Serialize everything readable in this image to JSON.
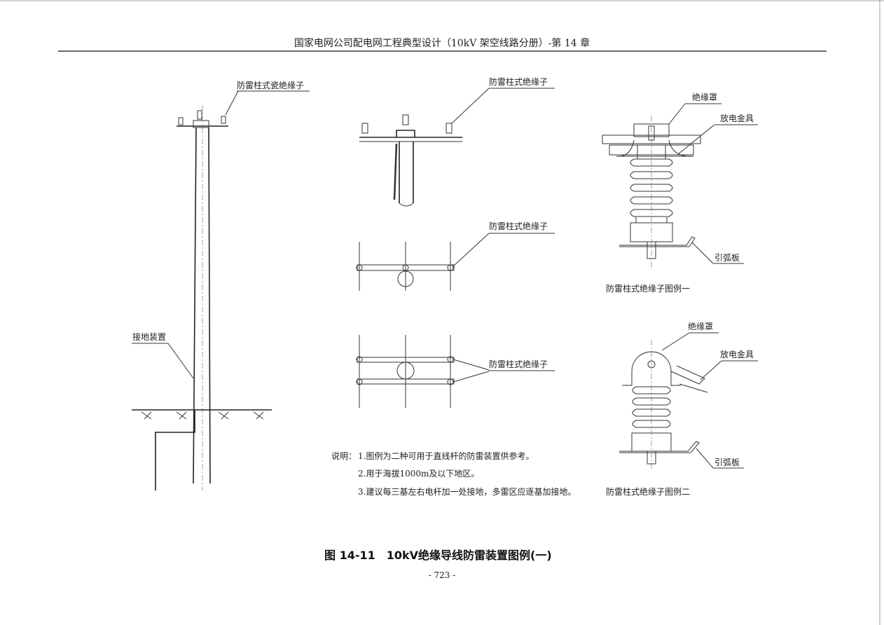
{
  "header": {
    "title": "国家电网公司配电网工程典型设计（10kV 架空线路分册）-第 14 章"
  },
  "drawing": {
    "pole_labels": {
      "top_insulator": "防雷柱式瓷绝缘子",
      "grounding": "接地装置"
    },
    "middle_labels": {
      "view1": "防雷柱式绝缘子",
      "view2": "防雷柱式绝缘子",
      "view3": "防雷柱式绝缘子"
    },
    "detail1": {
      "cap": "绝缘罩",
      "discharge": "放电金具",
      "arc": "引弧板",
      "title": "防雷柱式绝缘子图例一"
    },
    "detail2": {
      "cap": "绝缘罩",
      "discharge": "放电金具",
      "arc": "引弧板",
      "title": "防雷柱式绝缘子图例二"
    }
  },
  "notes": {
    "prefix": "说明：",
    "items": [
      "1.图例为二种可用于直线杆的防雷装置供参考。",
      "2.用于海拔1000m及以下地区。",
      "3.建议每三基左右电杆加一处接地，多雷区应逐基加接地。"
    ]
  },
  "caption": "图 14-11　10kV绝缘导线防雷装置图例(一)",
  "page_number": "- 723 -"
}
